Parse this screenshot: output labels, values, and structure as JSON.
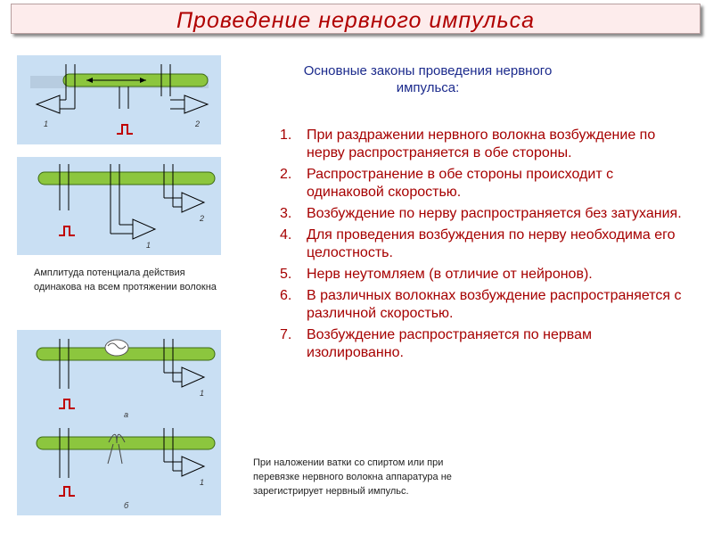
{
  "title": "Проведение нервного импульса",
  "subtitle": "Основные законы проведения нервного импульса:",
  "laws": [
    {
      "num": "1.",
      "text": "При раздражении нервного волокна возбуждение по нерву распространяется в обе стороны."
    },
    {
      "num": "2.",
      "text": "Распространение в обе стороны происходит с одинаковой скоростью."
    },
    {
      "num": "3.",
      "text": "Возбуждение по нерву распространяется без затухания."
    },
    {
      "num": "4.",
      "text": "Для проведения возбуждения по нерву необходима его целостность."
    },
    {
      "num": "5.",
      "text": "Нерв неутомляем (в отличие от нейронов)."
    },
    {
      "num": "6.",
      "text": "В различных волокнах возбуждение распространяется с различной скоростью."
    },
    {
      "num": "7.",
      "text": "Возбуждение распространяется по нервам изолированно."
    }
  ],
  "caption_amplitude": "Амплитуда потенциала действия одинакова на всем протяжении волокна",
  "caption_block": "При наложении ватки со спиртом или при перевязке нервного волокна аппаратура не зарегистрирует нервный импульс.",
  "diagram_labels": {
    "d1_left": "1",
    "d1_right": "2",
    "d2_top": "2",
    "d2_bottom": "1",
    "d3_top": "1",
    "d3_a": "а",
    "d3_bottom": "1",
    "d3_b": "б"
  },
  "colors": {
    "title": "#b00000",
    "subtitle": "#1b2a8c",
    "laws": "#a60000",
    "fiber": "#8cc63e",
    "diagram_bg": "#c9dff3"
  }
}
